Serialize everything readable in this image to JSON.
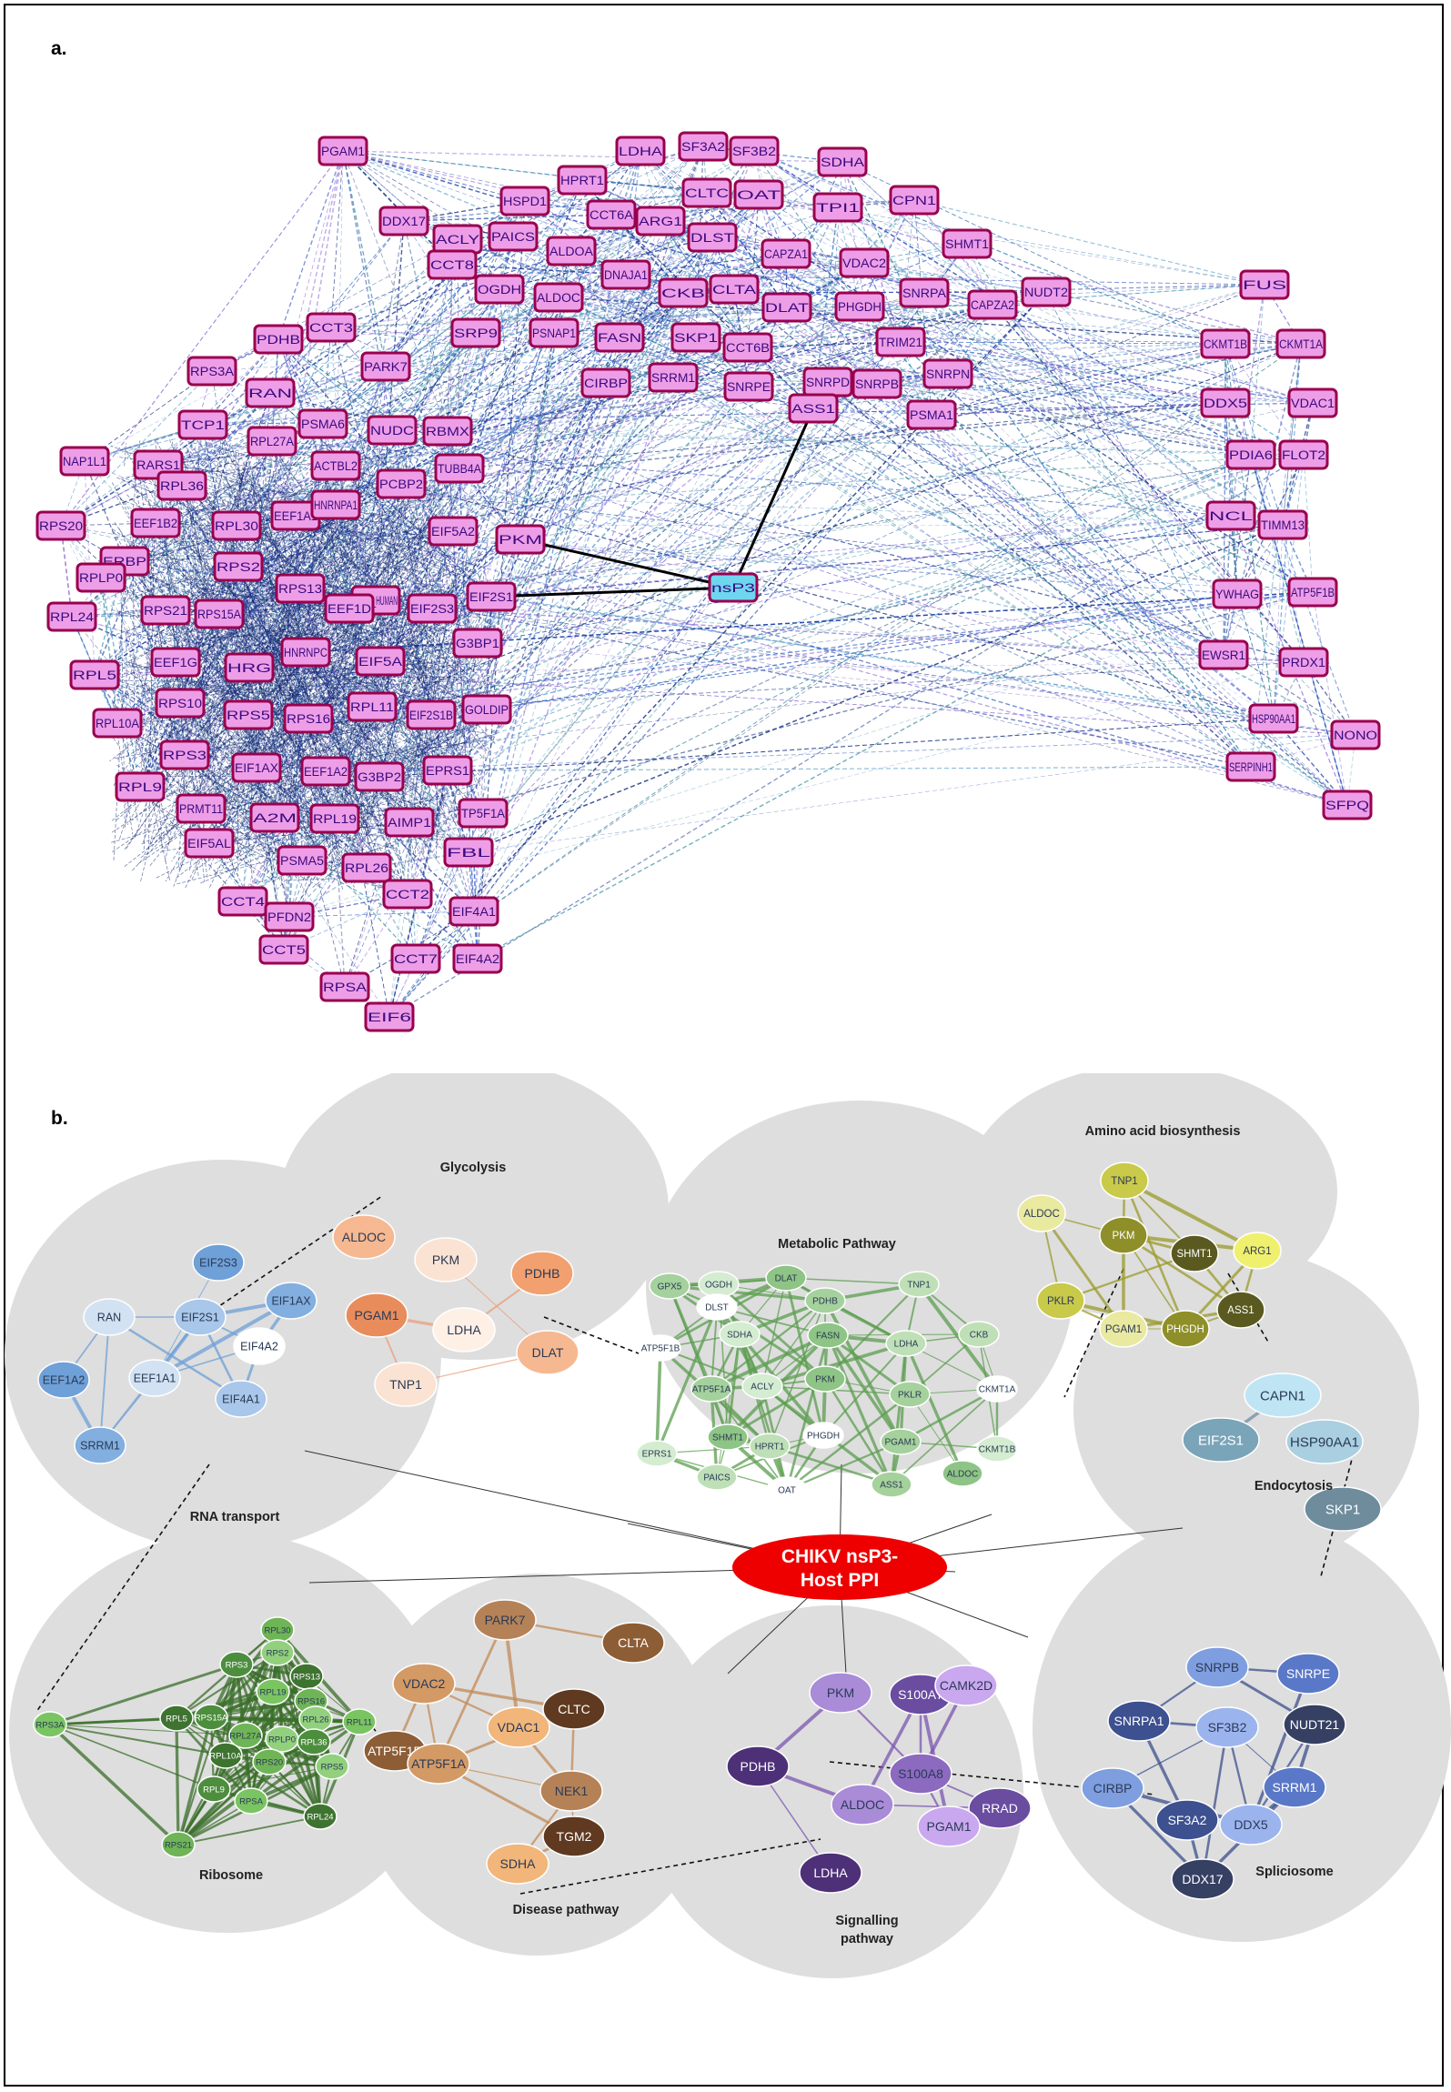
{
  "panel_a": {
    "label": "a.",
    "center_node": "nsP3",
    "direct_links": [
      "PKM",
      "EIF2S1",
      "ASS1"
    ],
    "nodes": [
      "PGAM1",
      "LDHA",
      "SF3A2",
      "SF3B2",
      "SDHA",
      "HPRT1",
      "CLTC",
      "OAT",
      "CPN1",
      "ACLY",
      "HSPD1",
      "CCT6A",
      "ARG1",
      "TPI1",
      "DDX17",
      "PAICS",
      "ALDOA",
      "DLST",
      "CAPZA1",
      "SHMT1",
      "CCT8",
      "VDAC2",
      "NUDT2",
      "OGDH",
      "ALDOC",
      "DNAJA1",
      "CKB",
      "CLTA",
      "DLAT",
      "PHGDH",
      "SNRPA",
      "CAPZA2",
      "SRP9",
      "PSNAP1",
      "FASN",
      "SKP1",
      "CCT6B",
      "TRIM21",
      "PDHB",
      "CCT3",
      "PARK7",
      "CIRBP",
      "SRRM1",
      "SNRPE",
      "SNRPD",
      "SNRPB",
      "SNRPN",
      "PSMA1",
      "RPS3A",
      "RAN",
      "PSMA6",
      "TCP1",
      "NUDC",
      "RBMX",
      "NAP1L1",
      "RARS1",
      "RPL27A",
      "ACTBL2",
      "TUBB4A",
      "RPL36",
      "PCBP2",
      "RPS20",
      "EEF1B2",
      "RPL30",
      "EEF1A1",
      "HNRNPA1",
      "EIF5A2",
      "PKM",
      "ERBP",
      "RPS2",
      "RPLP0",
      "RPS13",
      "SEC98_HUMAN",
      "EIF2S1",
      "RPL24",
      "RPS21",
      "RPS15A",
      "EEF1D",
      "EIF2S3",
      "G3BP1",
      "RPL5",
      "EEF1G",
      "HRG",
      "HNRNPC",
      "EIF5A",
      "RPS10",
      "RPS5",
      "RPS16",
      "RPL11",
      "EIF2S1B",
      "GOLDIP",
      "RPL10A",
      "RPS3",
      "EIF1AX",
      "EEF1A2",
      "G3BP2",
      "EPRS1",
      "RPL9",
      "PRMT11",
      "A2M",
      "RPL19",
      "AIMP1",
      "TP5F1A",
      "EIF5AL",
      "PSMA5",
      "RPL26",
      "FBL",
      "CCT4",
      "CCT2",
      "EIF4A1",
      "PFDN2",
      "CCT5",
      "CCT7",
      "EIF4A2",
      "RPSA",
      "EIF6",
      "FUS",
      "CKMT1B",
      "CKMT1A",
      "DDX5",
      "VDAC1",
      "PDIA6",
      "FLOT2",
      "NCL",
      "TIMM13",
      "YWHAG",
      "ATP5F1B",
      "EWSR1",
      "PRDX1",
      "HSP90AA1",
      "NONO",
      "SERPINH1",
      "SFPQ",
      "ASS1"
    ]
  },
  "panel_b": {
    "label": "b.",
    "center_label_line1": "CHIKV nsP3-",
    "center_label_line2": "Host PPI",
    "clusters": [
      {
        "key": "rna",
        "title": "RNA transport",
        "nodes": [
          "EIF2S3",
          "RAN",
          "EIF2S1",
          "EIF1AX",
          "EIF4A2",
          "EEF1A2",
          "EEF1A1",
          "EIF4A1",
          "SRRM1"
        ]
      },
      {
        "key": "gly",
        "title": "Glycolysis",
        "nodes": [
          "ALDOC",
          "PKM",
          "PDHB",
          "PGAM1",
          "LDHA",
          "DLAT",
          "TNP1"
        ]
      },
      {
        "key": "met",
        "title": "Metabolic Pathway",
        "nodes": [
          "GPX5",
          "OGDH",
          "DLAT",
          "TNP1",
          "DLST",
          "PDHB",
          "SDHA",
          "FASN",
          "CKB",
          "ATP5F1B",
          "ATP5F1A",
          "ACLY",
          "PKM",
          "LDHA",
          "CKMT1A",
          "PKLR",
          "EPRS1",
          "SHMT1",
          "HPRT1",
          "PHGDH",
          "PGAM1",
          "CKMT1B",
          "ALDOC",
          "PAICS",
          "OAT",
          "ASS1"
        ]
      },
      {
        "key": "amino",
        "title": "Amino acid biosynthesis",
        "nodes": [
          "TNP1",
          "ALDOC",
          "PKM",
          "SHMT1",
          "ARG1",
          "PKLR",
          "PGAM1",
          "PHGDH",
          "ASS1"
        ]
      },
      {
        "key": "endo",
        "title": "Endocytosis",
        "nodes": [
          "CAPN1",
          "EIF2S1",
          "HSP90AA1",
          "SKP1"
        ]
      },
      {
        "key": "ribo",
        "title": "Ribosome",
        "nodes": [
          "RPL30",
          "RPS2",
          "RPS3",
          "RPL19",
          "RPS13",
          "RPS16",
          "RPL26",
          "RPS15A",
          "RPS3A",
          "RPL5",
          "RPL27A",
          "RPLP0",
          "RPL36",
          "RPL11",
          "RPL10A",
          "RPS20",
          "RPS5",
          "RPL9",
          "RPSA",
          "RPL24",
          "RPS21"
        ]
      },
      {
        "key": "dis",
        "title": "Disease pathway",
        "nodes": [
          "PARK7",
          "CLTA",
          "VDAC2",
          "CLTC",
          "VDAC1",
          "NEK1",
          "ATP5F1B",
          "ATP5F1A",
          "TGM2",
          "SDHA"
        ]
      },
      {
        "key": "sig",
        "title_line1": "Signalling",
        "title_line2": "pathway",
        "nodes": [
          "PKM",
          "S100A7",
          "CAMK2D",
          "PDHB",
          "S100A8",
          "ALDOC",
          "RRAD",
          "PGAM1",
          "LDHA"
        ]
      },
      {
        "key": "spl",
        "title": "Spliciosome",
        "nodes": [
          "SNRPB",
          "SNRPE",
          "SNRPA1",
          "SF3B2",
          "NUDT21",
          "CIRBP",
          "SRRM1",
          "SF3A2",
          "DDX5",
          "DDX17"
        ]
      }
    ]
  },
  "colors": {
    "pink_node": "#ee9ee6",
    "pink_border": "#99004d",
    "node_text": "#3a0a80",
    "edge_blue": "#1a3a9e",
    "center_node": "#6fd6f0",
    "bubble": "#dedede",
    "center_red": "#ee0000"
  }
}
